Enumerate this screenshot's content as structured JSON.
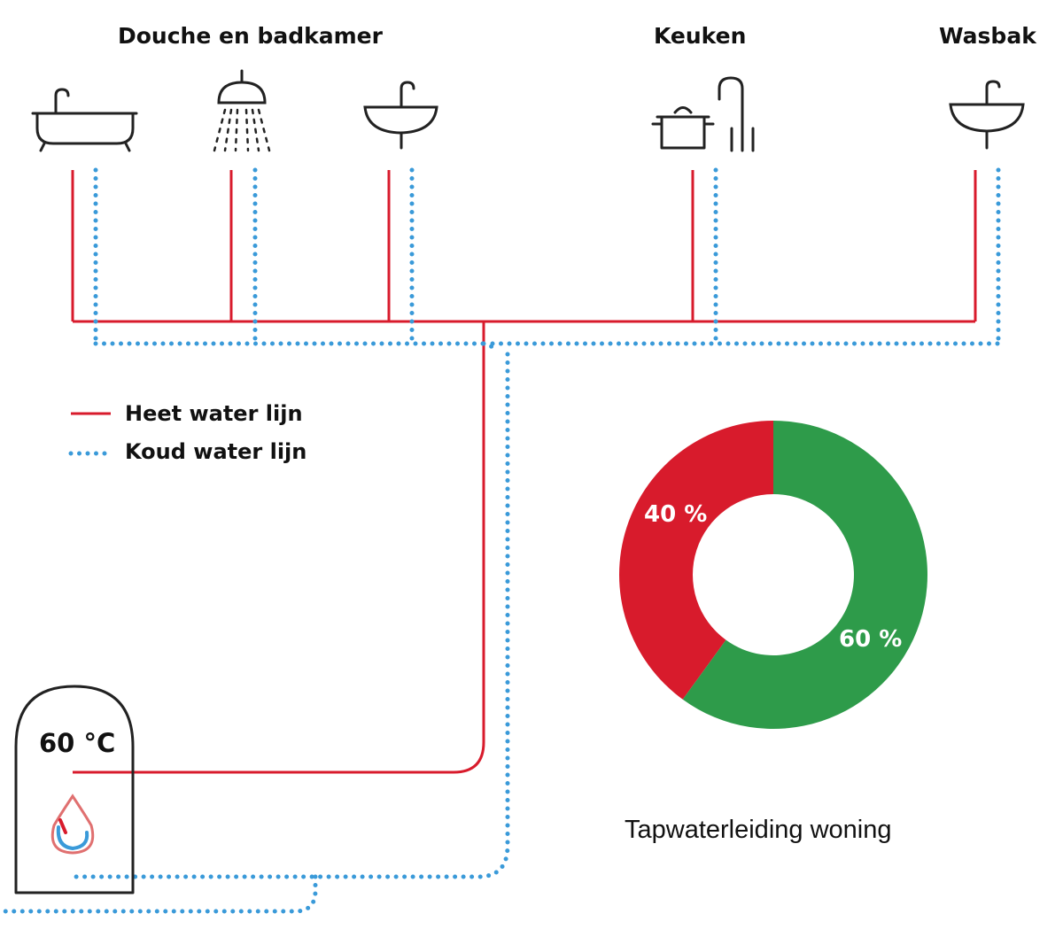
{
  "groups": {
    "bathroom": "Douche en badkamer",
    "kitchen": "Keuken",
    "basin": "Wasbak"
  },
  "legend": {
    "hot": "Heet water lijn",
    "cold": "Koud water lijn"
  },
  "boiler": {
    "temperature": "60 °C"
  },
  "colors": {
    "hot": "#d81b2c",
    "cold": "#3a9ad9",
    "green": "#2e9b4a",
    "icon": "#222222"
  },
  "fixtures": [
    "bathtub-icon",
    "shower-icon",
    "sink-icon",
    "pot-icon",
    "kitchen-faucet-icon",
    "sink-icon"
  ],
  "chart_data": {
    "type": "pie",
    "title": "Tapwaterleiding woning",
    "slices": [
      {
        "label": "40 %",
        "value": 40,
        "color": "#d81b2c"
      },
      {
        "label": "60 %",
        "value": 60,
        "color": "#2e9b4a"
      }
    ]
  }
}
